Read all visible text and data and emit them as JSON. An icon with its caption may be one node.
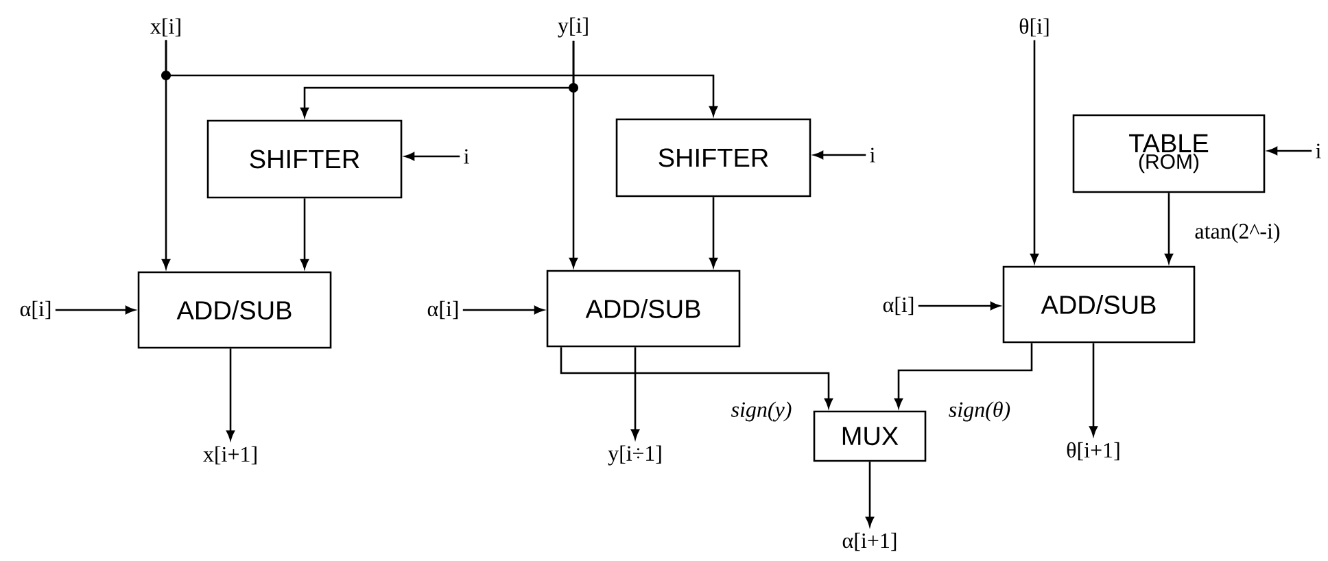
{
  "diagram": {
    "nodes": [
      {
        "text": [
          "x[i]"
        ]
      },
      {
        "text": [
          "y[i]"
        ]
      },
      {
        "text": [
          "θ[i]"
        ]
      },
      {
        "text": [
          "SHIFTER"
        ]
      },
      {
        "text": [
          "i"
        ]
      },
      {
        "text": [
          "SHIFTER"
        ]
      },
      {
        "text": [
          "i"
        ]
      },
      {
        "text": [
          "TABLE",
          "(ROM)"
        ]
      },
      {
        "text": [
          "i"
        ]
      },
      {
        "text": [
          "α[i]"
        ]
      },
      {
        "text": [
          "ADD/SUB"
        ]
      },
      {
        "text": [
          "α[i]"
        ]
      },
      {
        "text": [
          "ADD/SUB"
        ]
      },
      {
        "text": [
          "α[i]"
        ]
      },
      {
        "text": [
          "ADD/SUB"
        ]
      },
      {
        "text": [
          "x[i+1]"
        ]
      },
      {
        "text": [
          "y[i÷1]"
        ]
      },
      {
        "text": [
          "MUX"
        ]
      },
      {
        "text": [
          "θ[i+1]"
        ]
      },
      {
        "text": [
          "α[i+1]"
        ]
      }
    ],
    "edges": [
      {
        "from": 0,
        "to": 10,
        "arrow": "to"
      },
      {
        "from": 0,
        "to": 5,
        "arrow": "to"
      },
      {
        "from": 1,
        "to": 12,
        "arrow": "to"
      },
      {
        "from": 1,
        "to": 3,
        "arrow": "to"
      },
      {
        "from": 4,
        "to": 3,
        "arrow": "to"
      },
      {
        "from": 6,
        "to": 5,
        "arrow": "to"
      },
      {
        "from": 8,
        "to": 7,
        "arrow": "to"
      },
      {
        "from": 3,
        "to": 10,
        "arrow": "to"
      },
      {
        "from": 5,
        "to": 12,
        "arrow": "to"
      },
      {
        "from": 7,
        "to": 14,
        "arrow": "to",
        "label": "atan(2^-i)"
      },
      {
        "from": 2,
        "to": 14,
        "arrow": "to"
      },
      {
        "from": 9,
        "to": 10,
        "arrow": "to"
      },
      {
        "from": 11,
        "to": 12,
        "arrow": "to"
      },
      {
        "from": 13,
        "to": 14,
        "arrow": "to"
      },
      {
        "from": 10,
        "to": 15,
        "arrow": "to"
      },
      {
        "from": 12,
        "to": 16,
        "arrow": "to"
      },
      {
        "from": 12,
        "to": 17,
        "arrow": "to",
        "label": "sign(y)"
      },
      {
        "from": 14,
        "to": 17,
        "arrow": "to",
        "label": "sign(θ)"
      },
      {
        "from": 17,
        "to": 19,
        "arrow": "to"
      },
      {
        "from": 14,
        "to": 18,
        "arrow": "to"
      }
    ]
  }
}
